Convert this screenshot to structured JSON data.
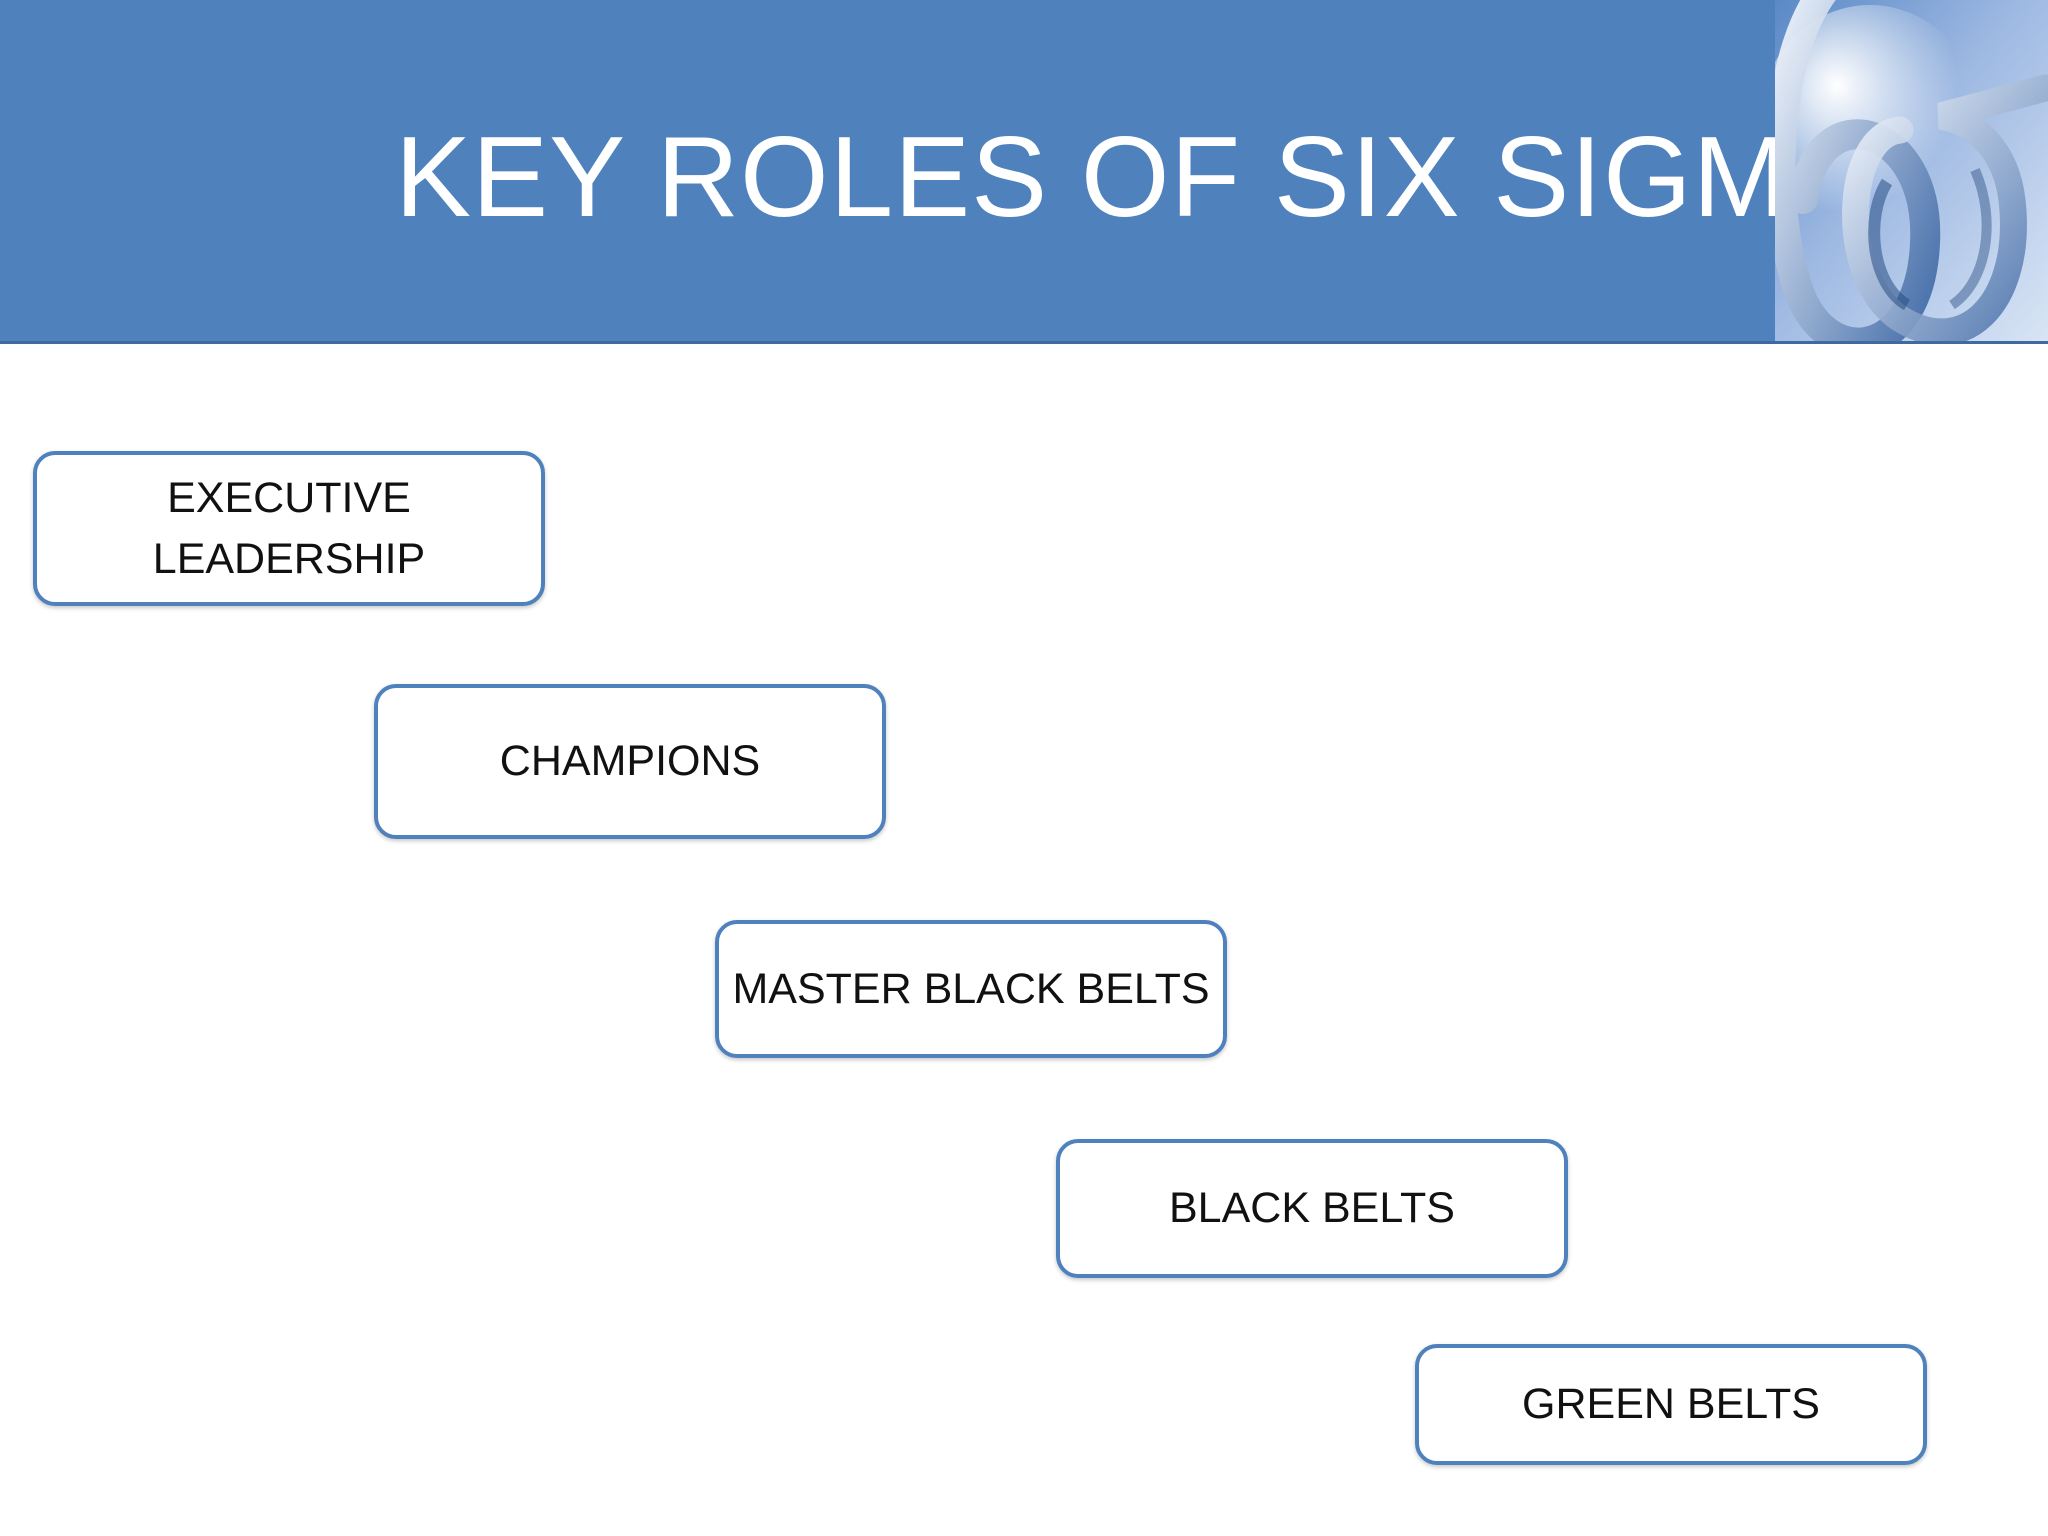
{
  "slide": {
    "title": "KEY ROLES OF SIX SIGMA",
    "header_color": "#4f81bd",
    "logo_icon": "six-sigma-logo-icon"
  },
  "roles": [
    {
      "label": "EXECUTIVE\nLEADERSHIP"
    },
    {
      "label": "CHAMPIONS"
    },
    {
      "label": "MASTER BLACK BELTS"
    },
    {
      "label": "BLACK BELTS"
    },
    {
      "label": "GREEN BELTS"
    }
  ],
  "colors": {
    "box_border": "#4f81bd",
    "box_text": "#111111",
    "title_text": "#ffffff"
  }
}
